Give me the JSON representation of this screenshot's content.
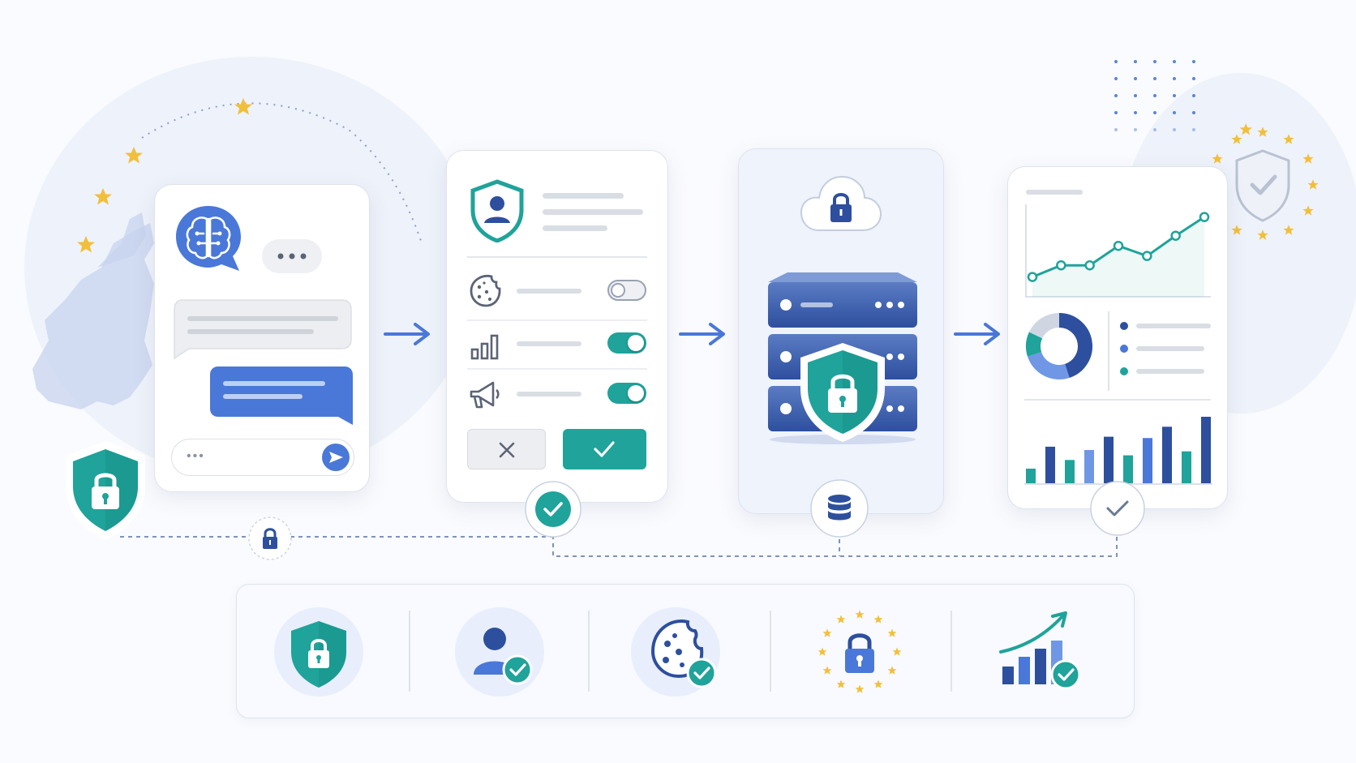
{
  "colors": {
    "teal": "#1fa39a",
    "blue": "#4a78d8",
    "navy": "#2d4f9e",
    "gold": "#f2bf3c",
    "lightBlue": "#e8eefb",
    "gray": "#d9dde4"
  },
  "chat_panel": {
    "icons": [
      "brain-chat-icon",
      "typing-dots-icon",
      "send-icon"
    ],
    "input_placeholder": "•••"
  },
  "consent_panel": {
    "icons": [
      "user-shield-icon",
      "cookie-icon",
      "analytics-icon",
      "marketing-icon",
      "decline-icon",
      "accept-icon"
    ],
    "toggles": [
      {
        "icon": "cookie-icon",
        "on": false
      },
      {
        "icon": "analytics-icon",
        "on": true
      },
      {
        "icon": "marketing-icon",
        "on": true
      }
    ]
  },
  "storage_panel": {
    "icons": [
      "cloud-lock-icon",
      "server-icon",
      "lock-shield-icon",
      "database-icon"
    ]
  },
  "analytics_panel": {
    "line_series": [
      0.15,
      0.3,
      0.3,
      0.55,
      0.42,
      0.68,
      0.92
    ],
    "donut_segments": [
      {
        "value": 0.45,
        "color": "#2d4f9e"
      },
      {
        "value": 0.25,
        "color": "#6f97e6"
      },
      {
        "value": 0.12,
        "color": "#1fa39a"
      },
      {
        "value": 0.18,
        "color": "#cfd6e2"
      }
    ],
    "legend_dot_colors": [
      "#2d4f9e",
      "#4a78d8",
      "#1fa39a"
    ],
    "bar_series": [
      0.22,
      0.55,
      0.35,
      0.5,
      0.7,
      0.42,
      0.68,
      0.85,
      0.48,
      1.0
    ],
    "bar_colors": [
      "#1fa39a",
      "#2d4f9e",
      "#1fa39a",
      "#6f97e6",
      "#2d4f9e",
      "#1fa39a",
      "#4a78d8",
      "#2d4f9e",
      "#1fa39a",
      "#2d4f9e"
    ]
  },
  "footer_bar": {
    "icons": [
      "lock-shield-icon",
      "user-check-icon",
      "cookie-check-icon",
      "eu-lock-icon",
      "growth-check-icon"
    ]
  }
}
